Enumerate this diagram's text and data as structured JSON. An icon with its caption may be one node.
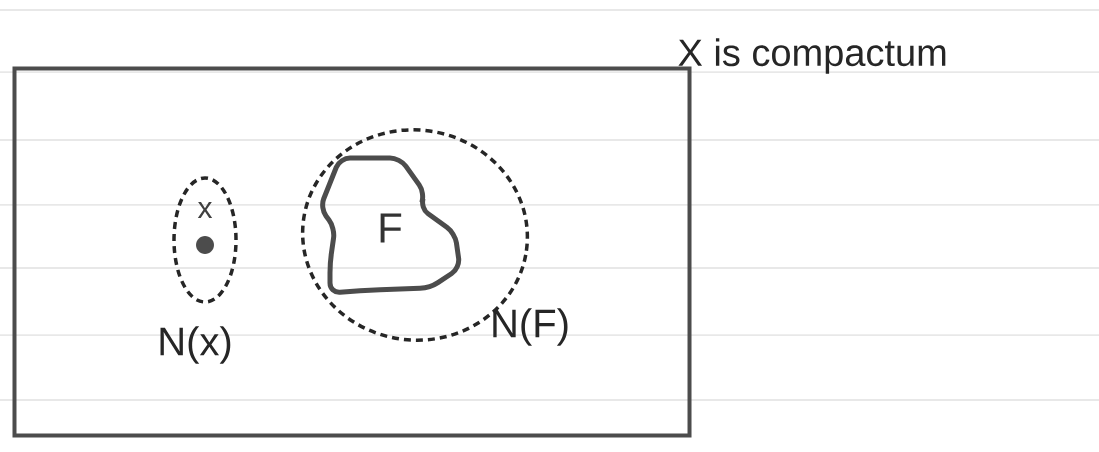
{
  "diagram": {
    "nodes": [
      {
        "text": [
          "X is compactum"
        ]
      },
      {
        "text": [
          "N(x)"
        ],
        "in": 0
      },
      {
        "text": [
          "x"
        ],
        "in": 1
      },
      {
        "text": [
          "N(F)"
        ],
        "in": 0
      },
      {
        "text": [
          "F"
        ],
        "in": 3
      }
    ]
  }
}
